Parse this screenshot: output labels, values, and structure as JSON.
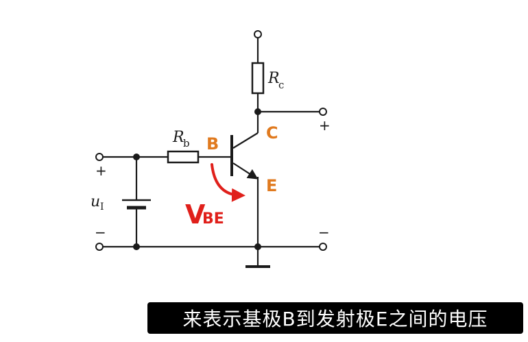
{
  "diagram": {
    "labels": {
      "rc_main": "R",
      "rc_sub": "c",
      "rb_main": "R",
      "rb_sub": "b",
      "ui_main": "u",
      "ui_sub": "I",
      "plus_left": "+",
      "minus_left": "−",
      "plus_right": "+",
      "minus_right": "−"
    },
    "pins": {
      "base": "B",
      "collector": "C",
      "emitter": "E"
    },
    "vbe": {
      "main": "V",
      "sub": "BE"
    },
    "colors": {
      "pin_label": "#e07a1f",
      "vbe": "#e0201b",
      "wire": "#1a1a1a"
    }
  },
  "subtitle": {
    "text": "来表示基极B到发射极E之间的电压"
  }
}
